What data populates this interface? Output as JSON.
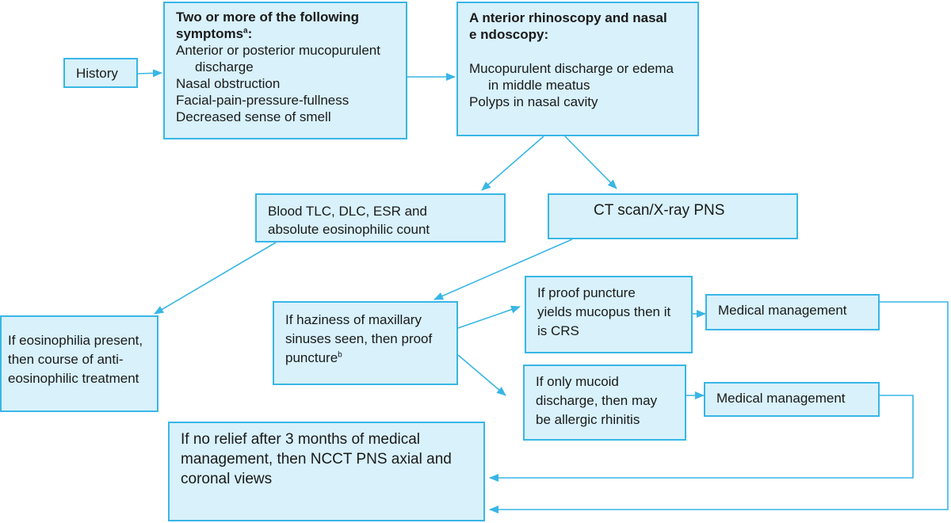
{
  "colors": {
    "box_fill": "#d8f1fb",
    "box_border": "#38b6e6",
    "arrow": "#38b6e6"
  },
  "history": {
    "label": "History"
  },
  "symptoms": {
    "heading": "Two or more of the following symptoms",
    "heading_sup": "a",
    "heading_colon": ":",
    "item1_line1": "Anterior or posterior mucopurulent",
    "item1_line2": "discharge",
    "item2": "Nasal obstruction",
    "item3": "Facial-pain-pressure-fullness",
    "item4": "Decreased sense of smell"
  },
  "rhinoscopy": {
    "heading_line1": "A nterior rhinoscopy and nasal",
    "heading_line2": "e ndoscopy:",
    "item1_line1": "Mucopurulent discharge or edema",
    "item1_line2": "in middle meatus",
    "item2": "Polyps in nasal cavity"
  },
  "blood": {
    "line1": "Blood TLC, DLC, ESR and",
    "line2": "absolute eosinophilic count"
  },
  "ct": {
    "label": "CT scan/X-ray PNS"
  },
  "eosinophilia": {
    "line1": "If eosinophilia present,",
    "line2": "then course of anti-",
    "line3": "eosinophilic treatment"
  },
  "haziness": {
    "line1": "If haziness of maxillary",
    "line2": "sinuses seen, then proof",
    "line3": "puncture",
    "sup": "b"
  },
  "mucopus": {
    "line1": "If proof puncture",
    "line2": "yields mucopus then it",
    "line3": "is CRS"
  },
  "mucoid": {
    "line1": "If only mucoid",
    "line2": "discharge, then may",
    "line3": "be allergic rhinitis"
  },
  "medical1": {
    "label": "Medical management"
  },
  "medical2": {
    "label": "Medical management"
  },
  "norelief": {
    "line1": "If no relief after 3 months of medical",
    "line2": "management, then NCCT PNS axial and",
    "line3": "coronal views"
  }
}
